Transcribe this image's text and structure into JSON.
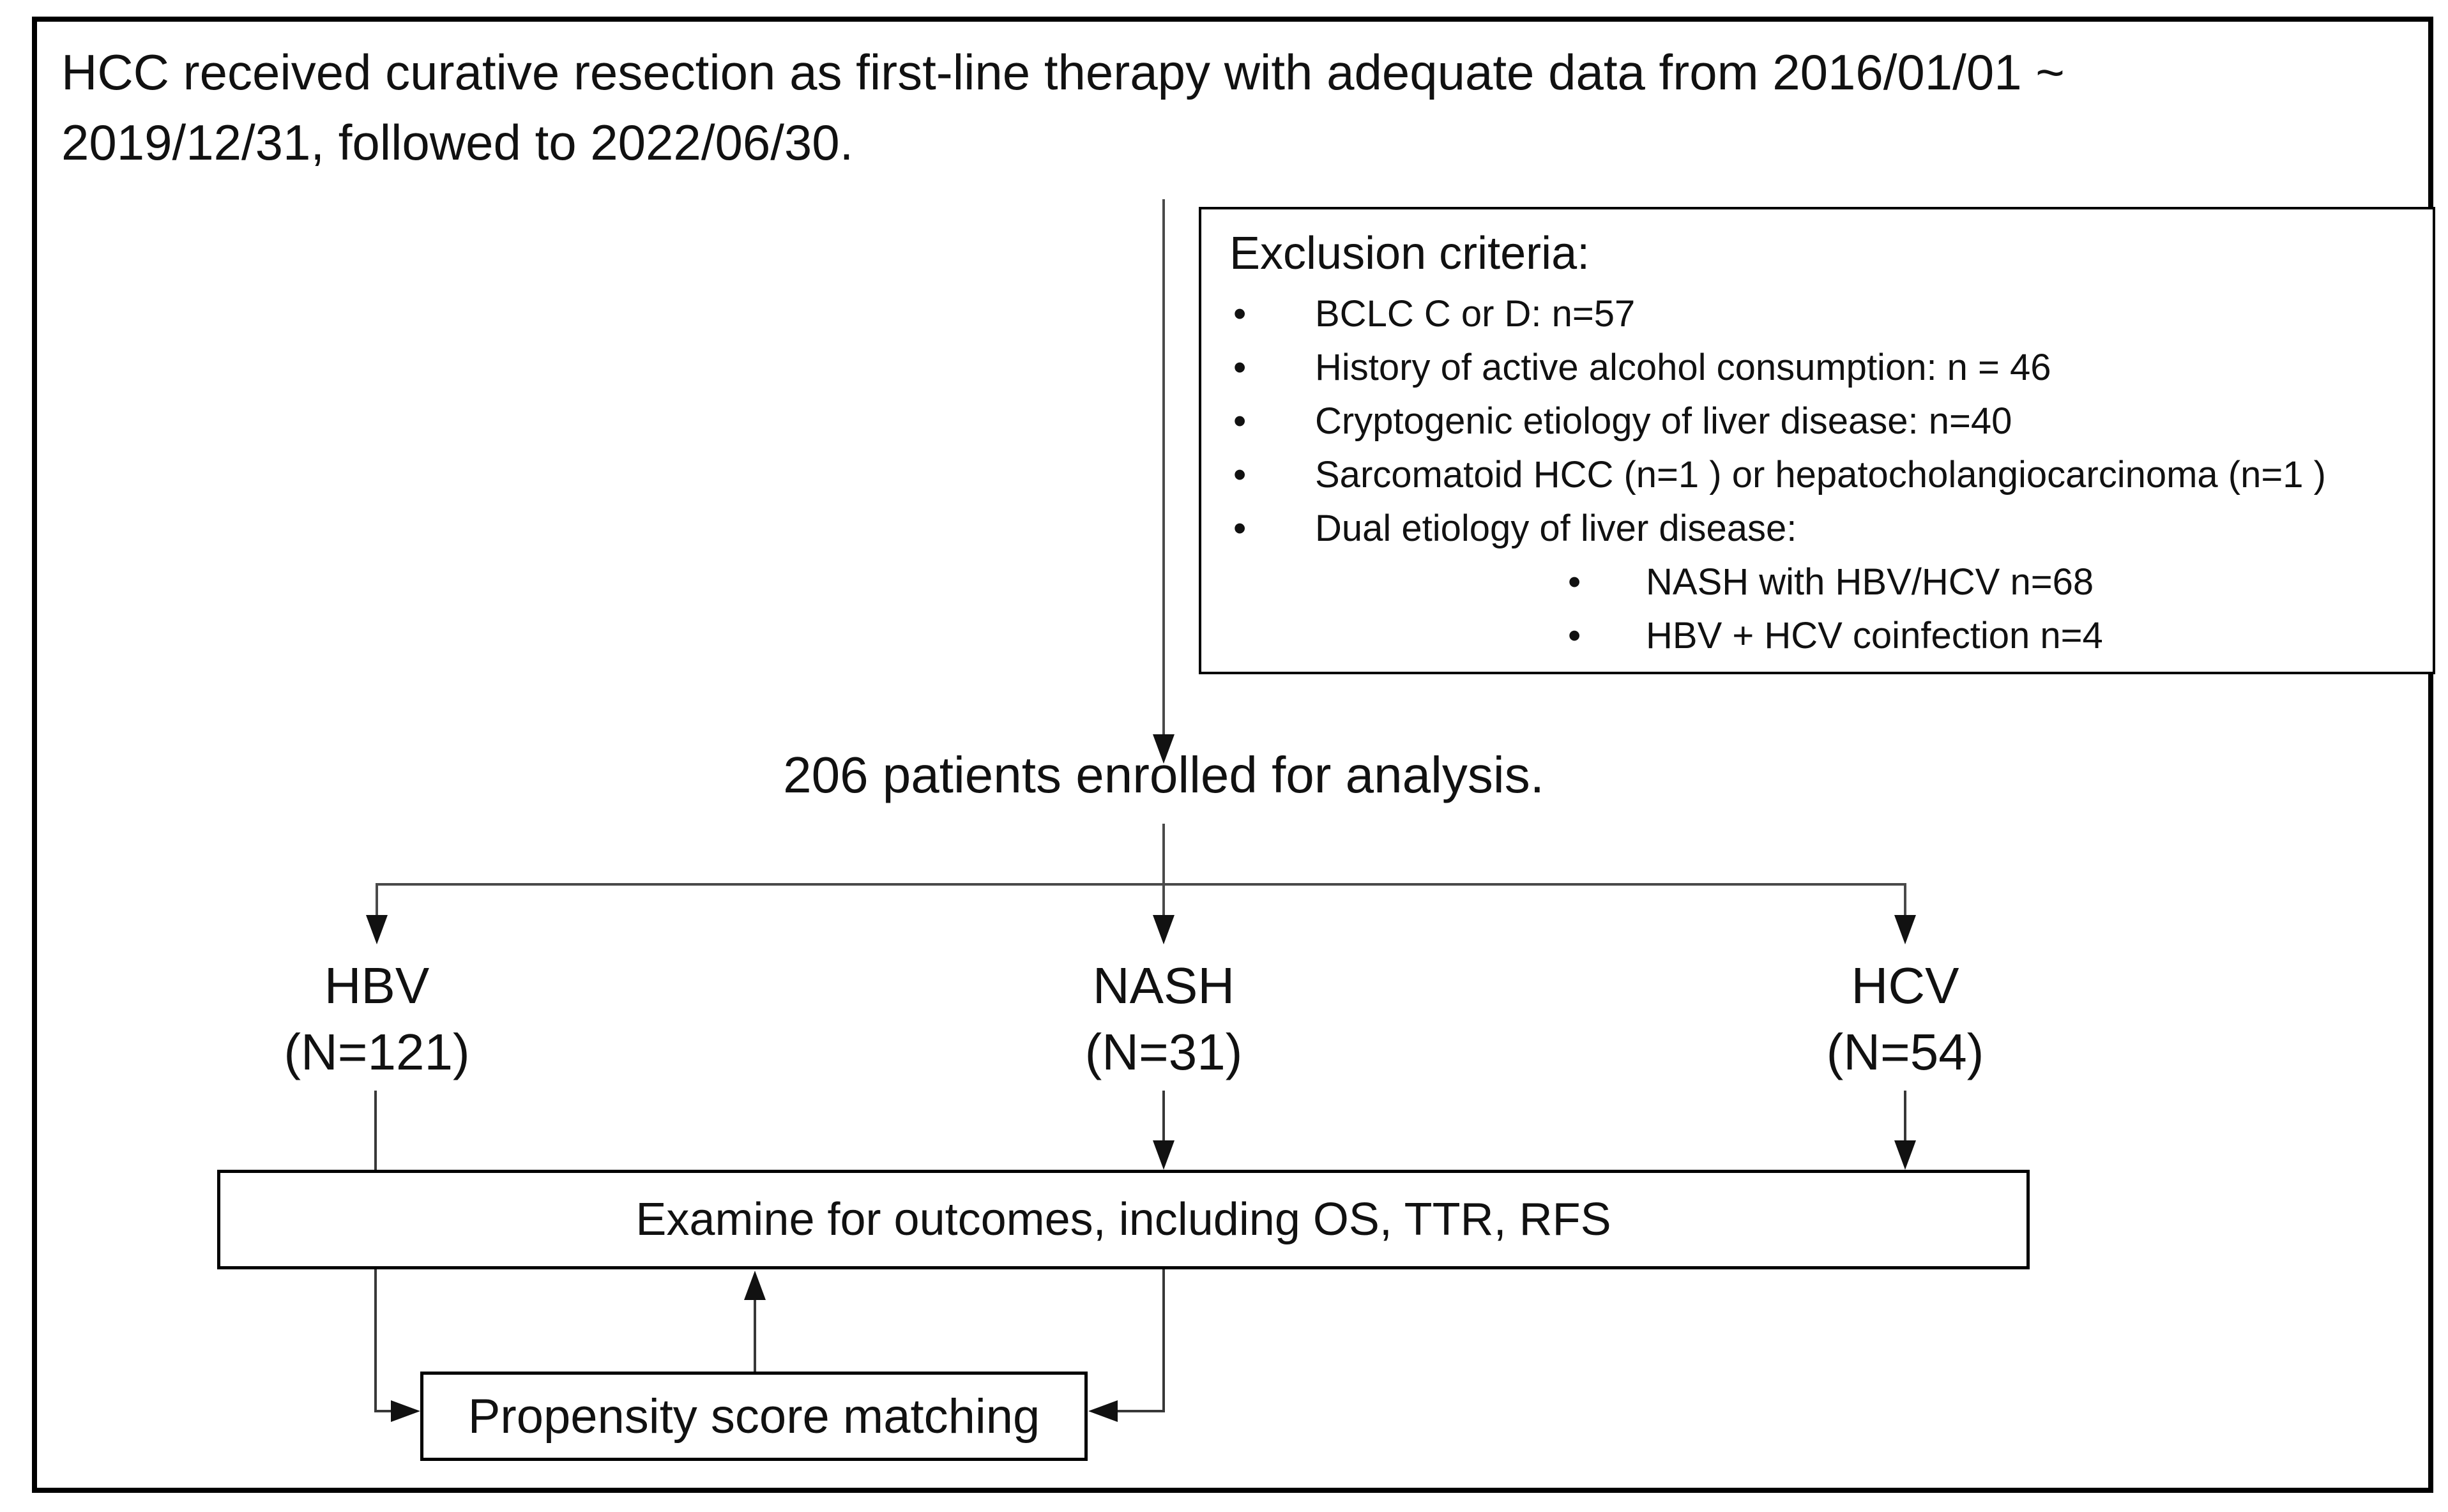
{
  "title": {
    "line1": "HCC received curative resection as first-line therapy with adequate data from 2016/01/01 ~",
    "line2": "2019/12/31, followed to 2022/06/30."
  },
  "exclusion": {
    "header": "Exclusion criteria:",
    "items": [
      "BCLC C or D: n=57",
      "History of active alcohol consumption: n = 46",
      "Cryptogenic etiology of liver disease: n=40",
      "Sarcomatoid HCC (n=1 ) or hepatocholangiocarcinoma (n=1 )",
      "Dual etiology of liver disease:"
    ],
    "subitems": [
      "NASH with HBV/HCV n=68",
      "HBV + HCV coinfection n=4"
    ]
  },
  "enrollment": {
    "text": "206 patients enrolled for analysis."
  },
  "groups": [
    {
      "name": "HBV",
      "count": "(N=121)"
    },
    {
      "name": "NASH",
      "count": "(N=31)"
    },
    {
      "name": "HCV",
      "count": "(N=54)"
    }
  ],
  "outcomes_box": {
    "text": "Examine for outcomes, including OS, TTR, RFS"
  },
  "matching_box": {
    "text": "Propensity score matching"
  },
  "colors": {
    "background": "#ffffff",
    "border": "#000000",
    "line": "#4a4a4a",
    "text": "#111111"
  }
}
